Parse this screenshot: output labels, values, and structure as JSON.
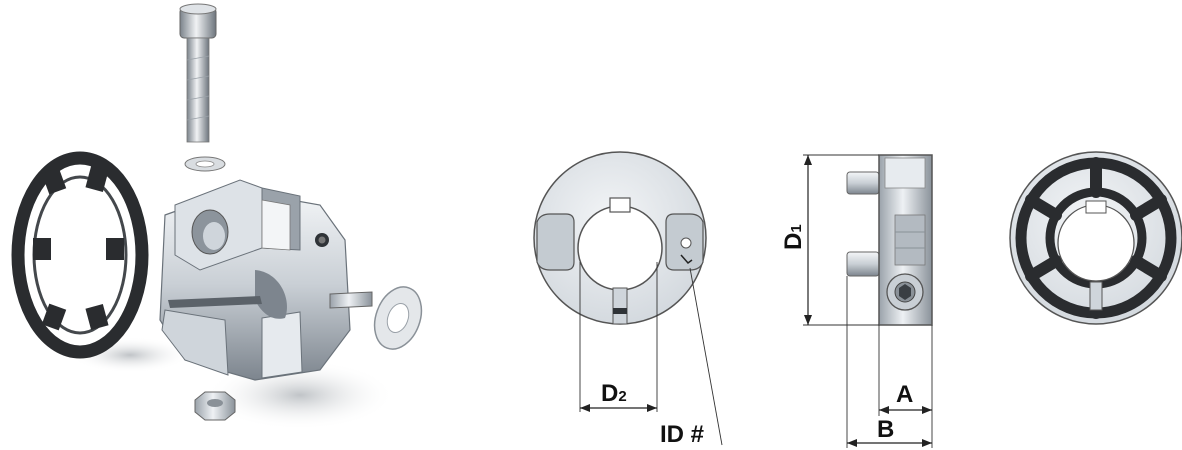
{
  "labels": {
    "d2": "D",
    "d2_sub": "2",
    "id_hash": "ID #",
    "d1": "D",
    "d1_sub": "1",
    "a": "A",
    "b": "B"
  },
  "icons": {
    "exploded_view": "coupling-exploded-view-icon",
    "end_view": "hub-end-view-icon",
    "side_view": "hub-side-view-icon",
    "spider": "spider-insert-icon"
  },
  "colors": {
    "metal_light": "#e9edf1",
    "metal_mid": "#bfc6cd",
    "metal_dark": "#6f7780",
    "spider": "#2a2c2f",
    "background": "#ffffff",
    "dimension_line": "#222222"
  }
}
